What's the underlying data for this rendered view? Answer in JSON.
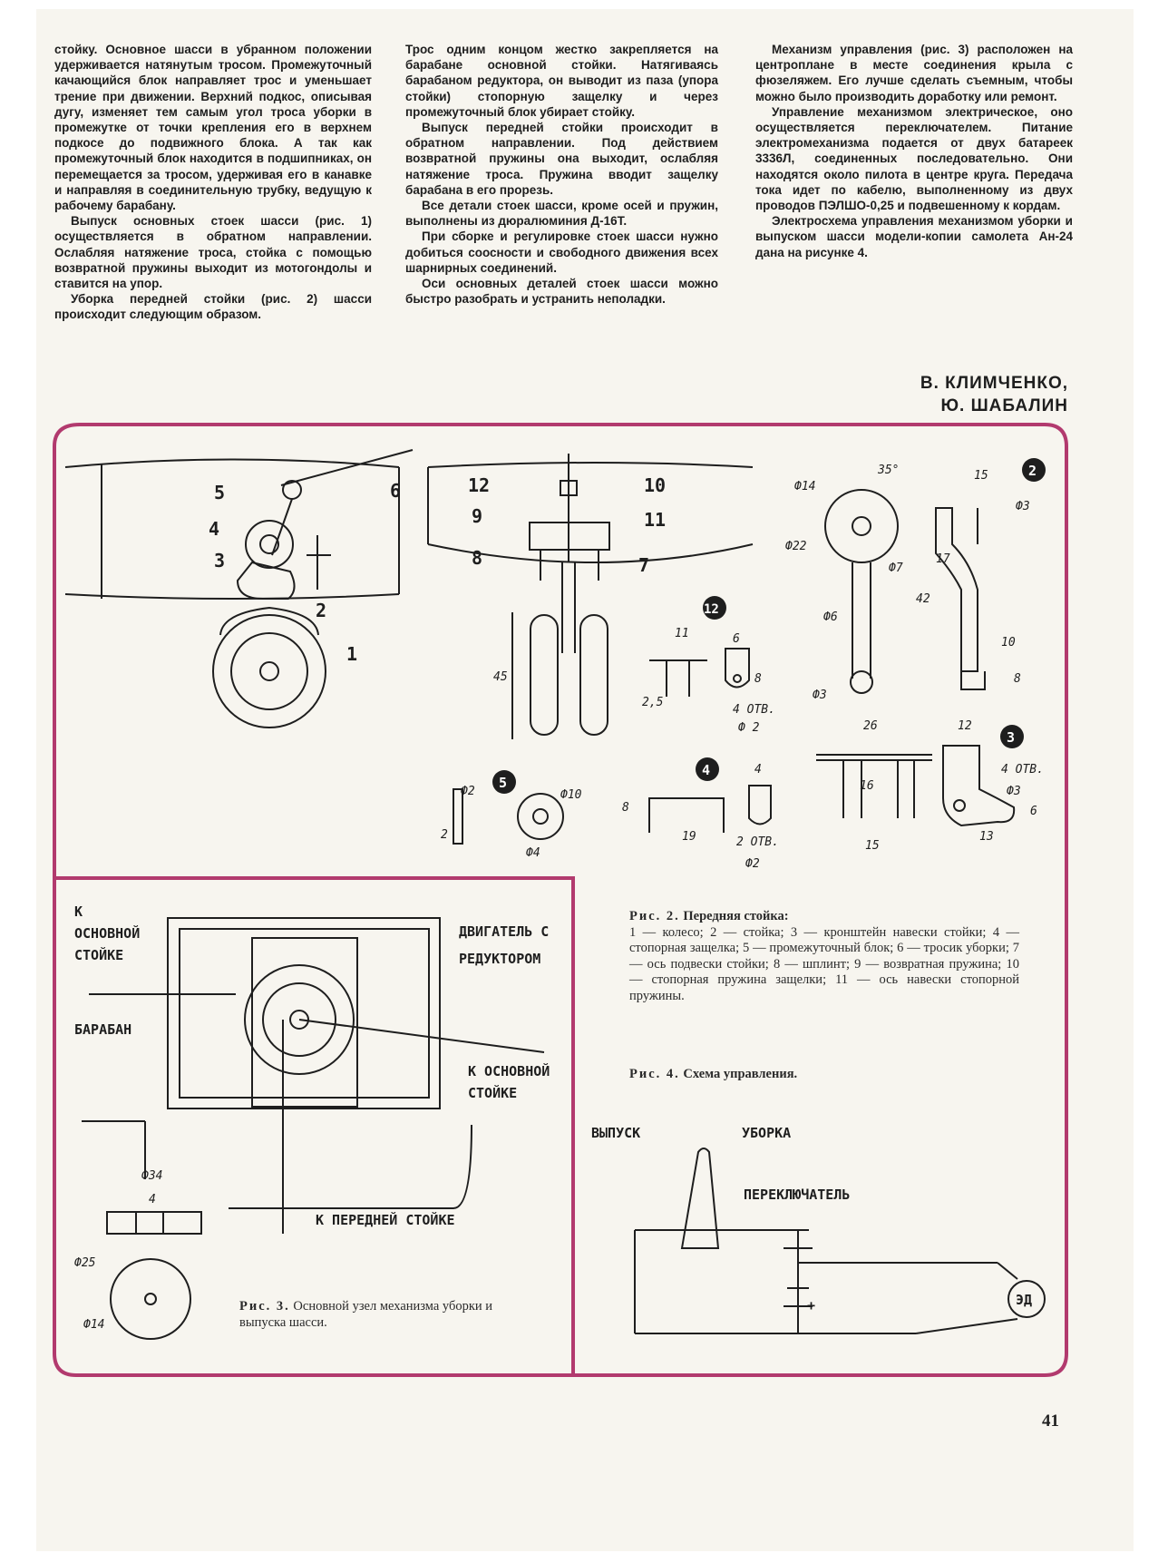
{
  "article": {
    "col1": [
      "стойку. Основное шасси в убранном положении удерживается натянутым тросом. Промежуточный качающийся блок направляет трос и уменьшает трение при движении. Верхний подкос, описывая дугу, изменяет тем самым угол троса уборки в промежутке от точки крепления его в верхнем подкосе до подвижного блока. А так как промежуточный блок находится в подшипниках, он перемещается за тросом, удерживая его в канавке и направляя в соединительную трубку, ведущую к рабочему барабану.",
      "Выпуск основных стоек шасси (рис. 1) осуществляется в обратном направлении. Ослабляя натяжение троса, стойка с помощью возвратной пружины выходит из мотогондолы и ставится на упор.",
      "Уборка передней стойки (рис. 2) шасси происходит следующим образом."
    ],
    "col2": [
      "Трос одним концом жестко закрепляется на барабане основной стойки. Натягиваясь барабаном редуктора, он выводит из паза (упора стойки) стопорную защелку и через промежуточный блок убирает стойку.",
      "Выпуск передней стойки происходит в обратном направлении. Под действием возвратной пружины она выходит, ослабляя натяжение троса. Пружина вводит защелку барабана в его прорезь.",
      "Все детали стоек шасси, кроме осей и пружин, выполнены из дюралюминия Д-16Т.",
      "При сборке и регулировке стоек шасси нужно добиться соосности и свободного движения всех шарнирных соединений.",
      "Оси основных деталей стоек шасси можно быстро разобрать и устранить неполадки."
    ],
    "col3": [
      "Механизм управления (рис. 3) расположен на центроплане в месте соединения крыла с фюзеляжем. Его лучше сделать съемным, чтобы можно было производить доработку или ремонт.",
      "Управление механизмом электрическое, оно осуществляется переключателем. Питание электромеханизма подается от двух батареек 3336Л, соединенных последовательно. Они находятся около пилота в центре круга. Передача тока идет по кабелю, выполненному из двух проводов ПЭЛШО-0,25 и подвешенному к кордам.",
      "Электросхема управления механизмом уборки и выпуском шасси модели-копии самолета Ан-24 дана на рисунке 4."
    ],
    "authors": [
      "В. КЛИМЧЕНКО,",
      "Ю. ШАБАЛИН"
    ]
  },
  "fig2": {
    "callouts": [
      "1",
      "2",
      "3",
      "4",
      "5",
      "6",
      "7",
      "8",
      "9",
      "10",
      "11",
      "12"
    ],
    "badges": [
      "2",
      "12",
      "3",
      "4",
      "5"
    ],
    "dims": {
      "d45": "45",
      "d11": "11",
      "d6": "6",
      "d8": "8",
      "d25": "2,5",
      "holes4": "4 ОТВ.",
      "phi2": "Ф 2",
      "angle35": "35°",
      "phi14": "Ф14",
      "phi22": "Ф22",
      "phi7": "Ф7",
      "phi6": "Ф6",
      "phi3": "Ф3",
      "d42": "42",
      "d17": "17",
      "d15": "15",
      "phi3b": "Ф3",
      "d10": "10",
      "d8b": "8",
      "d26": "26",
      "d12": "12",
      "d16": "16",
      "d15b": "15",
      "holes4b": "4 ОТВ.",
      "phi3c": "Ф3",
      "d6b": "6",
      "d13": "13",
      "d8c": "8",
      "d19": "19",
      "d4": "4",
      "holes2": "2 ОТВ.",
      "phi2b": "Ф2",
      "phi2c": "Ф2",
      "d2": "2",
      "phi10": "Ф10",
      "phi4": "Ф4"
    }
  },
  "fig3": {
    "labels": {
      "to_main_top": "К\nОСНОВНОЙ\nСТОЙКЕ",
      "motor": "ДВИГАТЕЛЬ С\nРЕДУКТОРОМ",
      "drum": "БАРАБАН",
      "to_main_right": "К ОСНОВНОЙ\nСТОЙКЕ",
      "to_front": "К ПЕРЕДНЕЙ СТОЙКЕ"
    },
    "dims": {
      "phi34": "Ф34",
      "d4": "4",
      "phi25": "Ф25",
      "phi14": "Ф14"
    }
  },
  "fig4": {
    "labels": {
      "release": "ВЫПУСК",
      "retract": "УБОРКА",
      "switch": "ПЕРЕКЛЮЧАТЕЛЬ",
      "motor": "ЭД",
      "plus": "+"
    }
  },
  "captions": {
    "fig2_label": "Рис. 2.",
    "fig2_title": "Передняя стойка:",
    "fig2_text": "1 — колесо; 2 — стойка; 3 — кронштейн навески стойки; 4 — стопорная защелка; 5 — промежуточный блок; 6 — тросик уборки; 7 — ось подвески стойки; 8 — шплинт; 9 — возвратная пружина; 10 — стопорная пружина защелки; 11 — ось навески стопорной пружины.",
    "fig4_label": "Рис. 4.",
    "fig4_title": "Схема управления.",
    "fig3_label": "Рис. 3.",
    "fig3_title": "Основной узел механизма уборки и выпуска шасси."
  },
  "page_number": "41",
  "colors": {
    "frame": "#b23a6e",
    "ink": "#1e1e1e",
    "paper": "#f7f5ef"
  }
}
